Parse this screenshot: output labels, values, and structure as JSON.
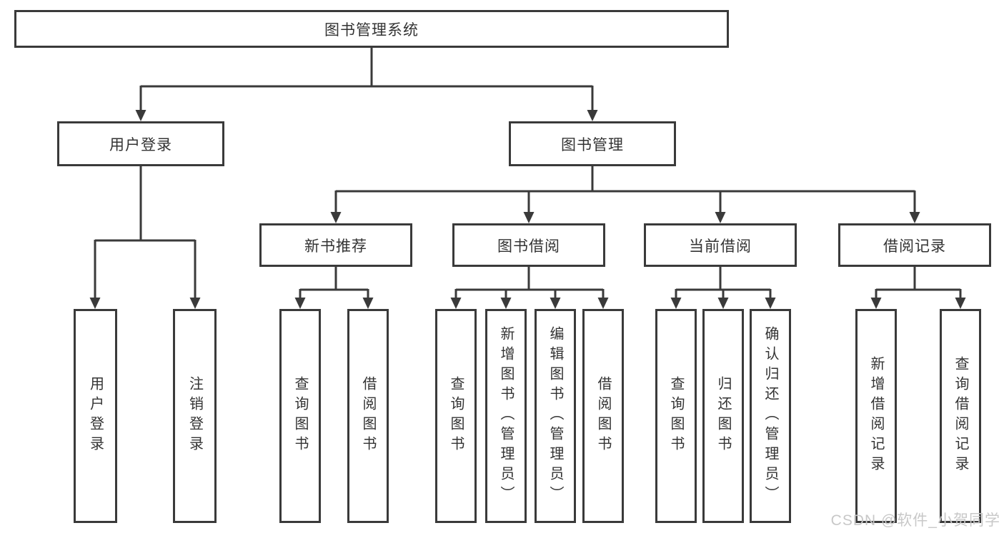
{
  "diagram": {
    "root": {
      "label": "图书管理系统"
    },
    "branches": [
      {
        "label": "用户登录",
        "children": [
          {
            "label": "用户登录"
          },
          {
            "label": "注销登录"
          }
        ]
      },
      {
        "label": "图书管理",
        "children": [
          {
            "label": "新书推荐",
            "children": [
              {
                "label": "查询图书"
              },
              {
                "label": "借阅图书"
              }
            ]
          },
          {
            "label": "图书借阅",
            "children": [
              {
                "label": "查询图书"
              },
              {
                "label": "新增图书（管理员）"
              },
              {
                "label": "编辑图书（管理员）"
              },
              {
                "label": "借阅图书"
              }
            ]
          },
          {
            "label": "当前借阅",
            "children": [
              {
                "label": "查询图书"
              },
              {
                "label": "归还图书"
              },
              {
                "label": "确认归还（管理员）"
              }
            ]
          },
          {
            "label": "借阅记录",
            "children": [
              {
                "label": "新增借阅记录"
              },
              {
                "label": "查询借阅记录"
              }
            ]
          }
        ]
      }
    ],
    "watermark": "CSDN @软件_小贺同学",
    "colors": {
      "line": "#3a3a3a",
      "text": "#333333",
      "box_background": "#ffffff",
      "watermark": "#c8c8c8"
    }
  }
}
